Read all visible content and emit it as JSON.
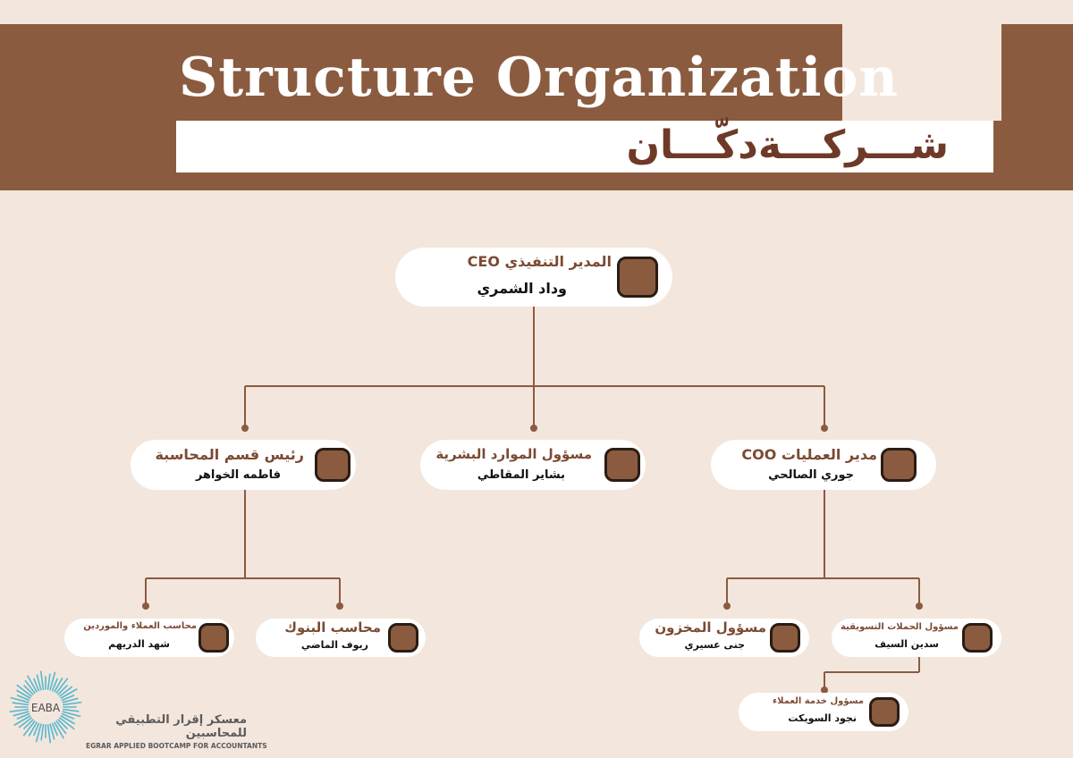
{
  "header": {
    "title": "Structure Organization",
    "company": "شـــركـــةدكّـــان"
  },
  "colors": {
    "brown": "#8b5b40",
    "background": "#f3e6dc",
    "role_text": "#7c4a33"
  },
  "org": {
    "ceo": {
      "role": "المدير التنفيذي CEO",
      "name": "وداد الشمري"
    },
    "accounting_head": {
      "role": "رئيس قسم المحاسبة",
      "name": "فاطمه الخواهر"
    },
    "hr": {
      "role": "مسؤول الموارد البشرية",
      "name": "بشاير المقاطي"
    },
    "coo": {
      "role": "مدير العمليات COO",
      "name": "جوري الصالحي"
    },
    "customers_accountant": {
      "role": "محاسب العملاء والموردين",
      "name": "شهد الدريهم"
    },
    "bank_accountant": {
      "role": "محاسب البنوك",
      "name": "ريوف الماضي"
    },
    "warehouse": {
      "role": "مسؤول المخزون",
      "name": "جنى عسيري"
    },
    "marketing": {
      "role": "مسؤول الحملات التسويقية",
      "name": "سدين السيف"
    },
    "customer_service": {
      "role": "مسؤول خدمة العملاء",
      "name": "نجود  السويكت"
    }
  },
  "logo": {
    "mark": "EABA",
    "arabic": "معسكر إقرار التطبيقي للمحاسبين",
    "english": "EGRAR APPLIED BOOTCAMP FOR ACCOUNTANTS"
  }
}
